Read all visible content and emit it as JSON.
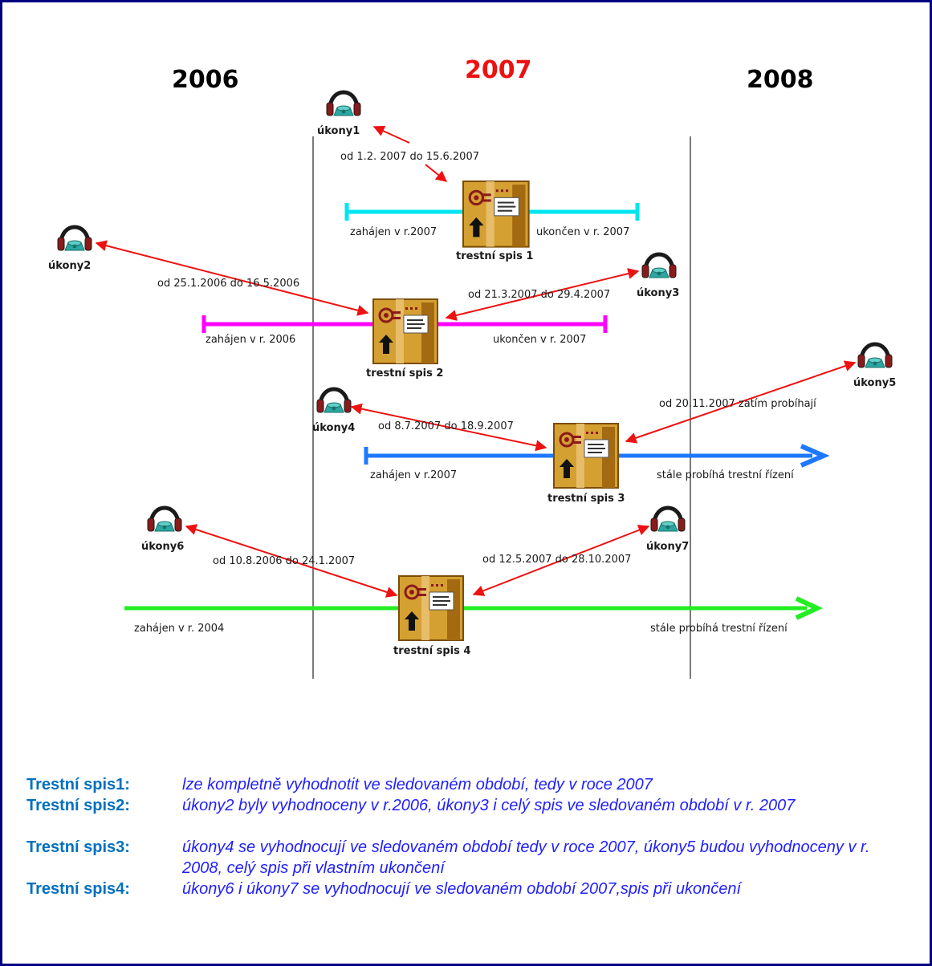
{
  "years": {
    "y2006": "2006",
    "y2007": "2007",
    "y2008": "2008"
  },
  "colors": {
    "frame": "#000080",
    "spis1": "#00e5ef",
    "spis2": "#ff00ff",
    "spis3": "#1e78ff",
    "spis4": "#22ee22",
    "arrow": "#ee1111",
    "current_year": "#ee1111",
    "legend_key": "#0070c0",
    "legend_text": "#1f1fff"
  },
  "icons": {
    "action": "headset-phone-icon",
    "case": "case-file-box-icon"
  },
  "actions": {
    "ukony1": {
      "label": "úkony1",
      "period": "od 1.2. 2007 do 15.6.2007"
    },
    "ukony2": {
      "label": "úkony2",
      "period": "od 25.1.2006 do 16.5.2006"
    },
    "ukony3": {
      "label": "úkony3",
      "period": "od 21.3.2007 do 29.4.2007"
    },
    "ukony4": {
      "label": "úkony4",
      "period": "od 8.7.2007  do 18.9.2007"
    },
    "ukony5": {
      "label": "úkony5",
      "period": "od 20.11.2007 zatím probíhají"
    },
    "ukony6": {
      "label": "úkony6",
      "period": "od 10.8.2006  do 24.1.2007"
    },
    "ukony7": {
      "label": "úkony7",
      "period": "od 12.5.2007 do 28.10.2007"
    }
  },
  "cases": {
    "spis1": {
      "label": "trestní spis 1",
      "start": "zahájen v r.2007",
      "end": "ukončen v r. 2007"
    },
    "spis2": {
      "label": "trestní spis 2",
      "start": "zahájen v r. 2006",
      "end": "ukončen v r. 2007"
    },
    "spis3": {
      "label": "trestní spis 3",
      "start": "zahájen v r.2007",
      "end": "stále probíhá trestní řízení"
    },
    "spis4": {
      "label": "trestní spis 4",
      "start": "zahájen v r. 2004",
      "end": "stále probíhá trestní řízení"
    }
  },
  "legend": [
    {
      "key": "Trestní spis1",
      "sep": ":",
      "text": "lze kompletně vyhodnotit ve sledovaném období, tedy v  roce 2007"
    },
    {
      "key": "Trestní spis2",
      "sep": ":",
      "text": "úkony2 byly vyhodnoceny  v r.2006, úkony3  i celý spis ve sledovaném období v r. 2007"
    },
    {
      "key": "Trestní spis3",
      "sep": ":",
      "text": "úkony4 se vyhodnocují ve sledovaném období tedy v roce 2007, úkony5 budou vyhodnoceny v r. 2008, celý spis při vlastním ukončení"
    },
    {
      "key": "Trestní spis4",
      "sep": ":",
      "text": "úkony6 i úkony7 se vyhodnocují ve sledovaném období 2007,spis při ukončení"
    }
  ]
}
